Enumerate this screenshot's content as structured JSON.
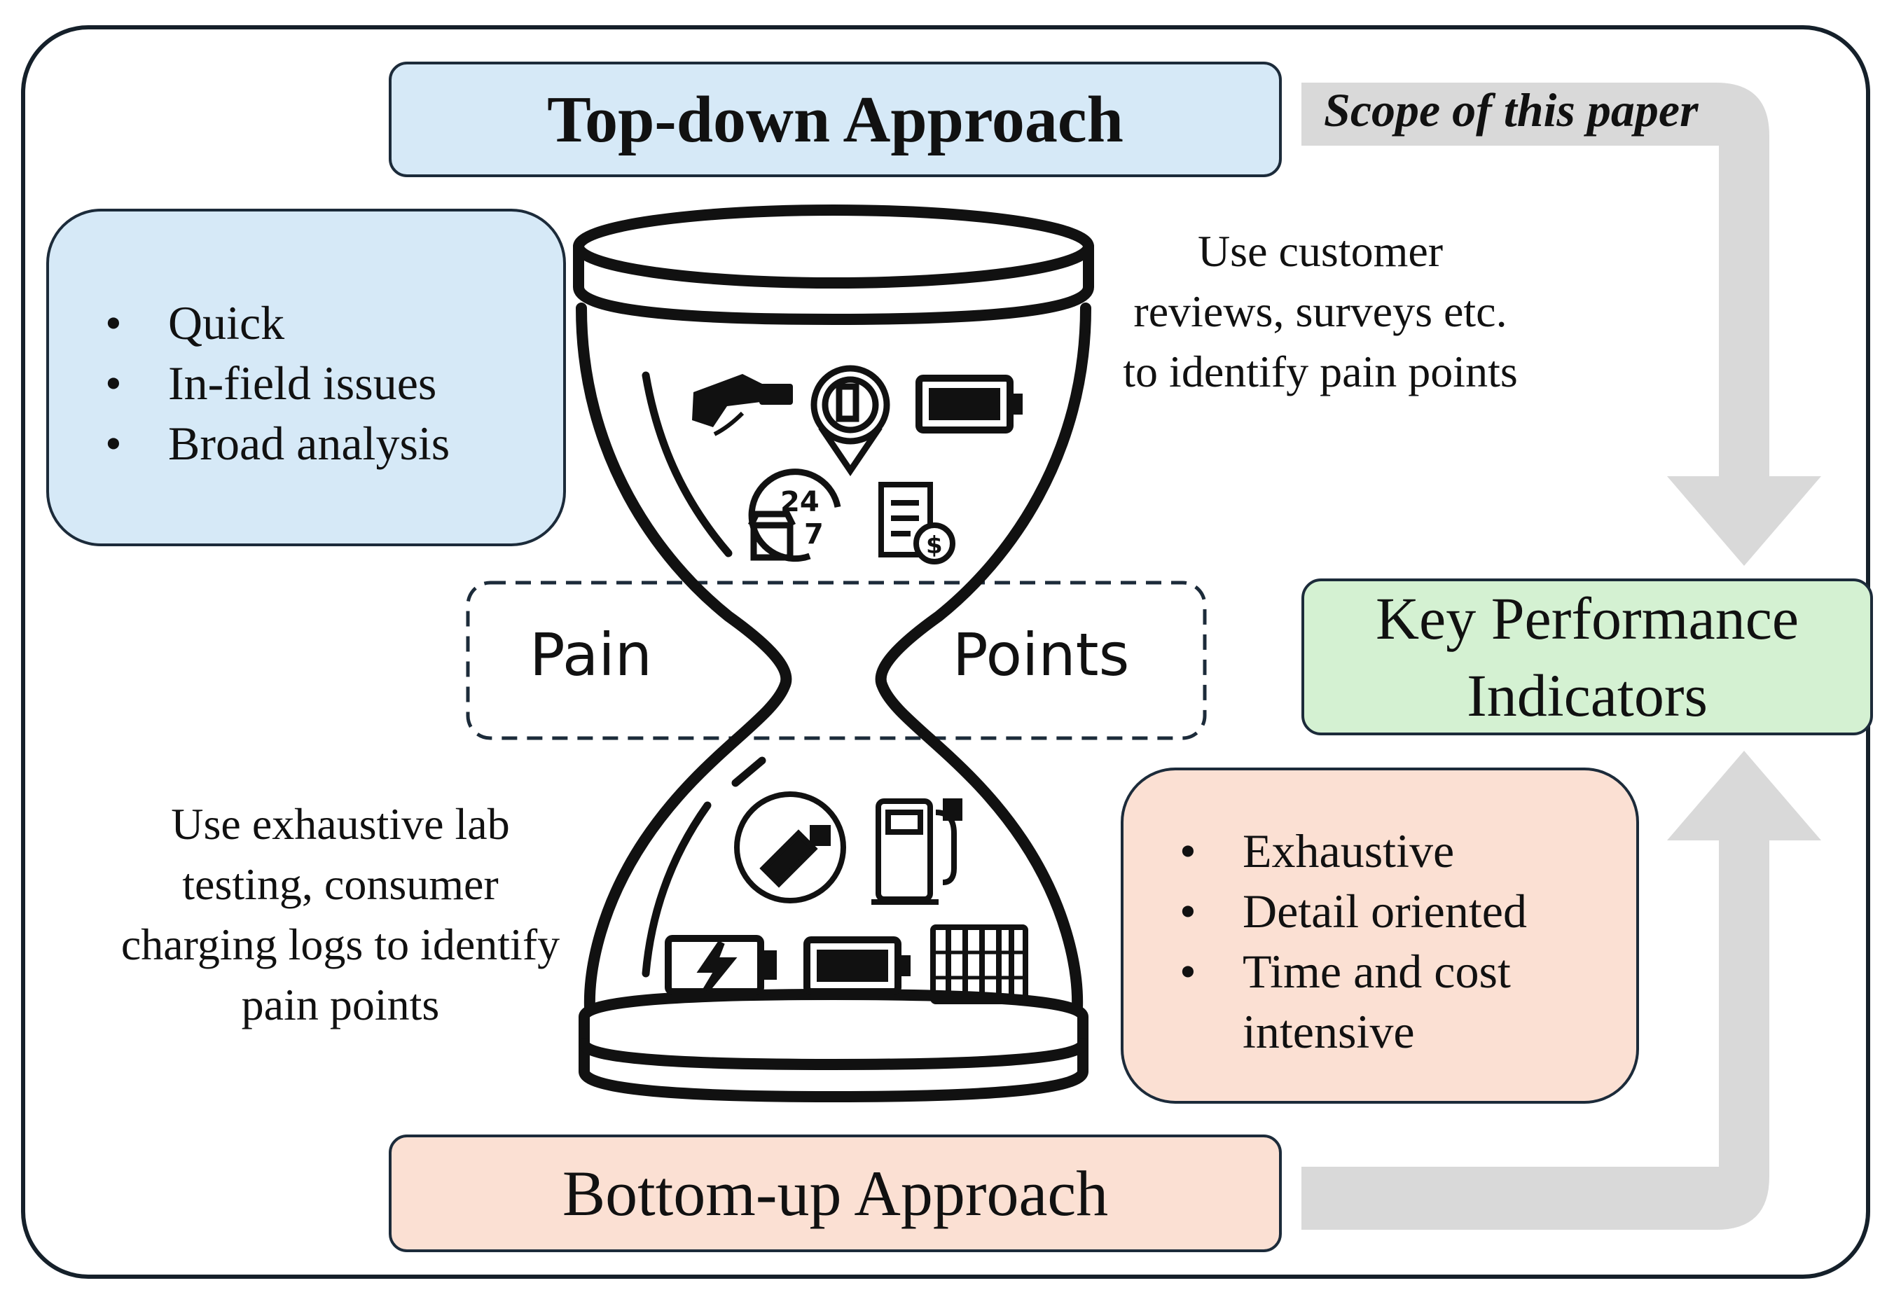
{
  "scope_label": "Scope of this paper",
  "top_approach": {
    "title": "Top-down Approach"
  },
  "bottom_approach": {
    "title": "Bottom-up Approach"
  },
  "kpi": {
    "line1": "Key Performance",
    "line2": "Indicators"
  },
  "top_features": [
    "Quick",
    "In-field issues",
    "Broad analysis"
  ],
  "bottom_features": [
    "Exhaustive",
    "Detail oriented",
    "Time and cost",
    "intensive"
  ],
  "top_description": [
    "Use customer",
    "reviews, surveys etc.",
    "to identify pain points"
  ],
  "bottom_description": [
    "Use exhaustive lab",
    "testing, consumer",
    "charging logs to identify",
    "pain points"
  ],
  "pain_points": {
    "left": "Pain",
    "right": "Points"
  },
  "top_icons": [
    "charger-plug-hand-icon",
    "charging-station-location-icon",
    "battery-full-icon",
    "24-7-store-icon",
    "receipt-dollar-icon"
  ],
  "bottom_icons": [
    "ev-plug-icon",
    "fuel-charger-pump-icon",
    "battery-charging-icon",
    "battery-full-icon",
    "abacus-icon"
  ],
  "colors": {
    "blue_box": "#d6e9f7",
    "peach_box": "#fbe0d3",
    "green_box": "#d4f1d2",
    "arrow_gray": "#d9d9d9",
    "outline": "#1c2b3a"
  }
}
